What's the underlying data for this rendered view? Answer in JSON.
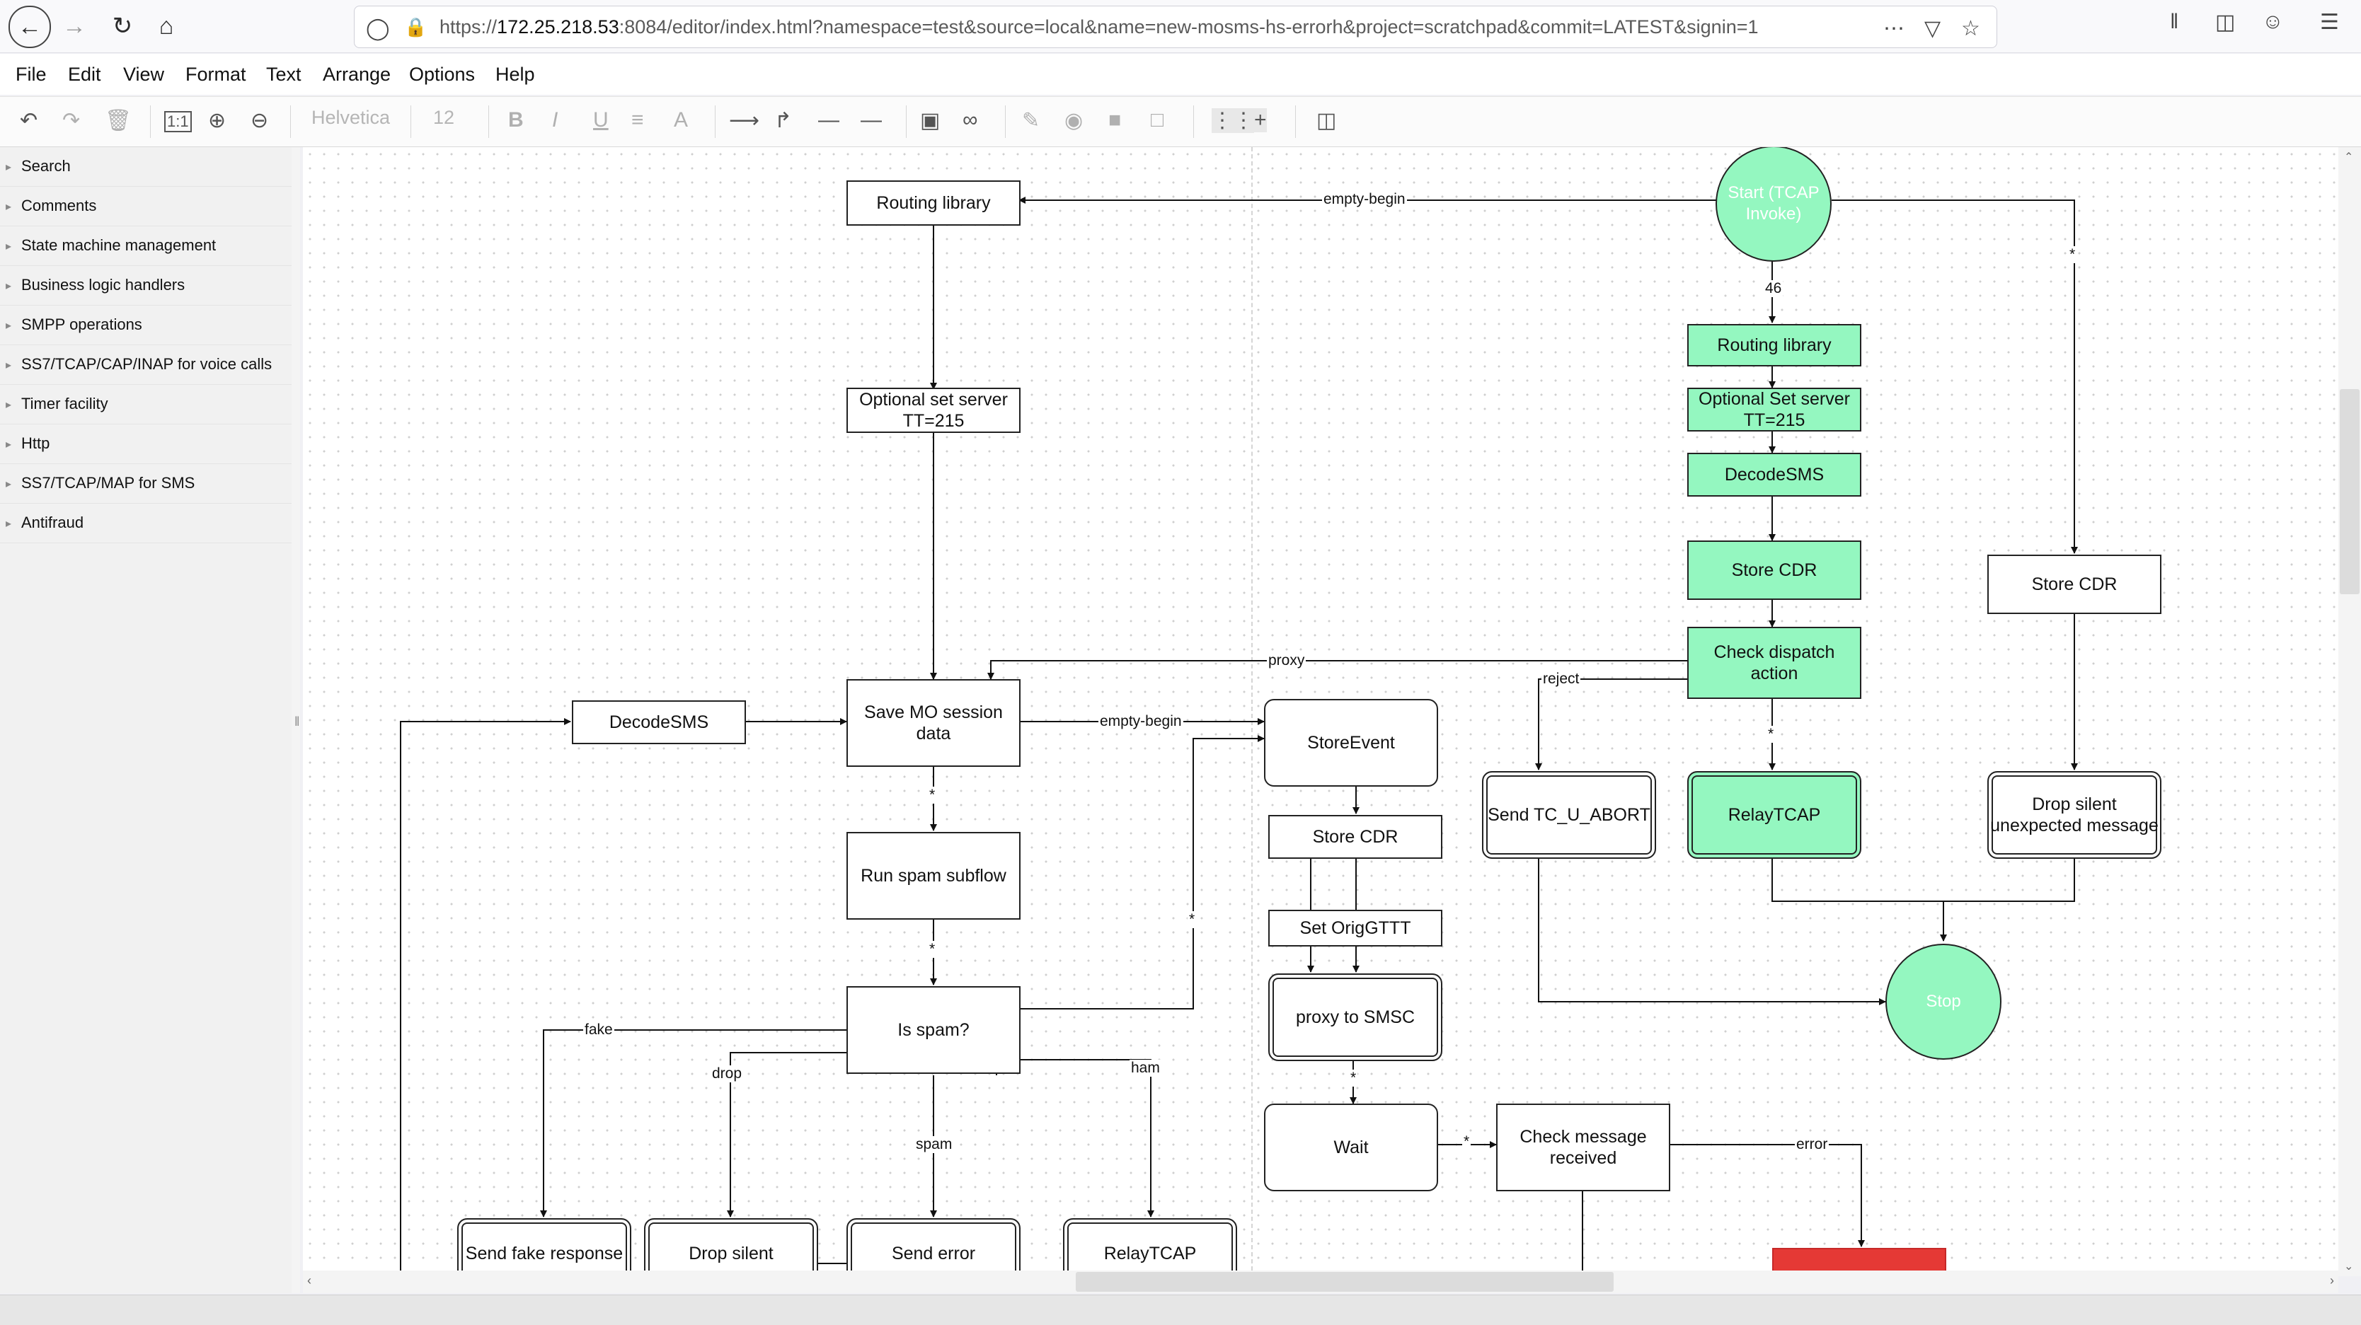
{
  "browser": {
    "url_prefix": "https://",
    "url_host": "172.25.218.53",
    "url_rest": ":8084/editor/index.html?namespace=test&source=local&name=new-mosms-hs-errorh&project=scratchpad&commit=LATEST&signin=1",
    "icons": [
      "back-icon",
      "forward-icon",
      "reload-icon",
      "home-icon",
      "shield-icon",
      "lock-icon",
      "more-icon",
      "pocket-icon",
      "star-icon",
      "library-icon",
      "sidebar-icon",
      "account-icon",
      "menu-icon"
    ]
  },
  "menu": [
    "File",
    "Edit",
    "View",
    "Format",
    "Text",
    "Arrange",
    "Options",
    "Help"
  ],
  "toolbar": {
    "font": "Helvetica",
    "size": "12"
  },
  "sidebar": {
    "items": [
      "Search",
      "Comments",
      "State machine management",
      "Business logic handlers",
      "SMPP operations",
      "SS7/TCAP/CAP/INAP for voice calls",
      "Timer facility",
      "Http",
      "SS7/TCAP/MAP for SMS",
      "Antifraud"
    ]
  },
  "diagram": {
    "nodes": {
      "routing_library_left": "Routing library",
      "optional_set_server_left": "Optional set server TT=215",
      "decodesms_left": "DecodeSMS",
      "save_mo_session": "Save MO session data",
      "run_spam_subflow": "Run spam subflow",
      "is_spam": "Is spam?",
      "send_fake_response": "Send fake response",
      "drop_silent": "Drop silent",
      "send_error": "Send error",
      "relaytcap_left": "RelayTCAP",
      "storeevent": "StoreEvent",
      "store_cdr_mid": "Store CDR",
      "set_origgttt": "Set OrigGTTT",
      "proxy_to_smsc": "proxy to SMSC",
      "wait": "Wait",
      "check_message_received": "Check message received",
      "start": "Start (TCAP Invoke)",
      "routing_library_right": "Routing library",
      "optional_set_server_right": "Optional Set server TT=215",
      "decodesms_right": "DecodeSMS",
      "store_cdr_green": "Store CDR",
      "check_dispatch": "Check dispatch action",
      "send_tc_u_abort": "Send TC_U_ABORT",
      "relaytcap_right": "RelayTCAP",
      "store_cdr_right": "Store CDR",
      "drop_silent_unexpected": "Drop silent unexpected message",
      "stop": "Stop",
      "error_node": ""
    },
    "edge_labels": {
      "empty_begin_top": "empty-begin",
      "label_46": "46",
      "star_right": "*",
      "proxy": "proxy",
      "reject": "reject",
      "star_dispatch": "*",
      "empty_begin_mid": "empty-begin",
      "star_save": "*",
      "star_spam": "*",
      "star_isspam": "*",
      "fake": "fake",
      "drop": "drop",
      "ham": "ham",
      "spam": "spam",
      "star_proxy": "*",
      "star_wait": "*",
      "error": "error"
    },
    "colors": {
      "accent": "#94f7c0",
      "error": "#e53935"
    }
  }
}
